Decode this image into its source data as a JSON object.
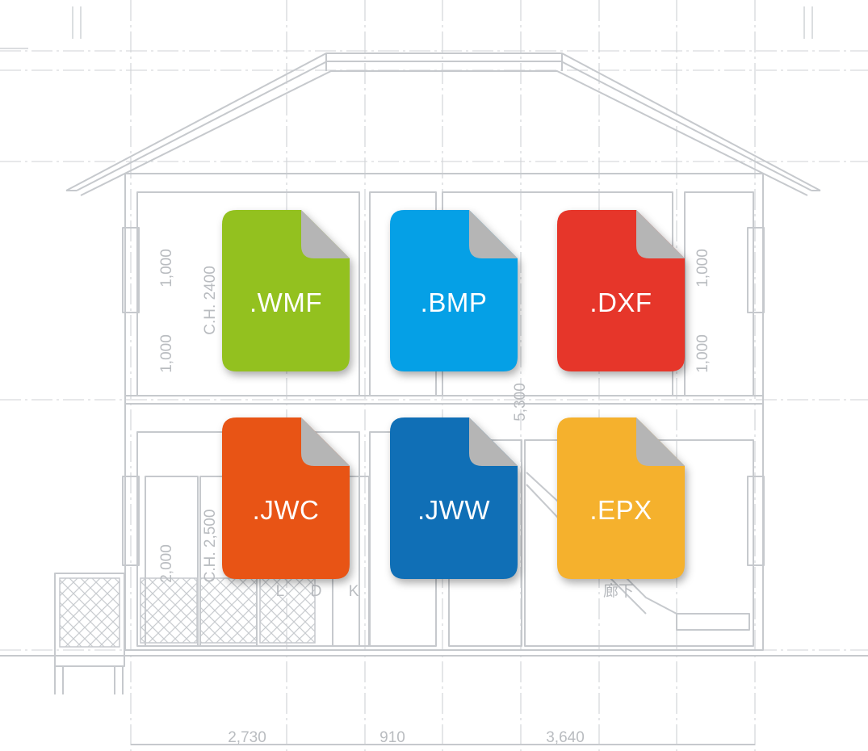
{
  "drawing": {
    "dimensions_vertical": [
      "1,000",
      "1,000",
      "1,000",
      "1,000",
      "2,000",
      "5,300"
    ],
    "ceiling_heights": [
      "C.H. 2400",
      "C.H. 2,500"
    ],
    "room_labels": [
      "L D K",
      "廊下"
    ],
    "dimensions_bottom": [
      "2,730",
      "910",
      "3,640"
    ]
  },
  "file_formats": [
    {
      "label": ".WMF",
      "color": "#93c11f"
    },
    {
      "label": ".BMP",
      "color": "#05a0e6"
    },
    {
      "label": ".DXF",
      "color": "#e6362a"
    },
    {
      "label": ".JWC",
      "color": "#e85415"
    },
    {
      "label": ".JWW",
      "color": "#106fb6"
    },
    {
      "label": ".EPX",
      "color": "#f5b12d"
    }
  ],
  "colors": {
    "corner_fold": "#b5b5b5",
    "drawing_line": "#c9ccd0"
  }
}
